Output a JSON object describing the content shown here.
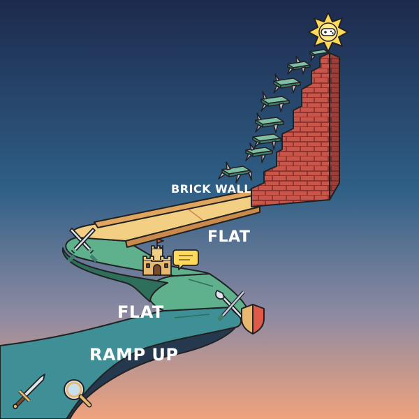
{
  "labels": {
    "brick_wall": "BRICK WALL",
    "flat_upper": "FLAT",
    "flat_lower": "FLAT",
    "ramp_up": "RAMP UP"
  },
  "icons": {
    "goal": "star-gamepad-icon",
    "swords": "crossed-swords-icon",
    "castle": "castle-icon",
    "speech": "speech-bubble-icon",
    "tools": "wrench-screwdriver-icon",
    "shield": "shield-icon",
    "sword": "sword-icon",
    "search": "magnifier-icon"
  },
  "colors": {
    "sky_top": "#1d2a4d",
    "sky_mid": "#2f5f86",
    "sky_bottom": "#f0a27d",
    "path_green": "#5fb08c",
    "path_yellow": "#f2cf82",
    "path_teal": "#3e8f96",
    "brick": "#c9564a",
    "star": "#ffd95a"
  }
}
